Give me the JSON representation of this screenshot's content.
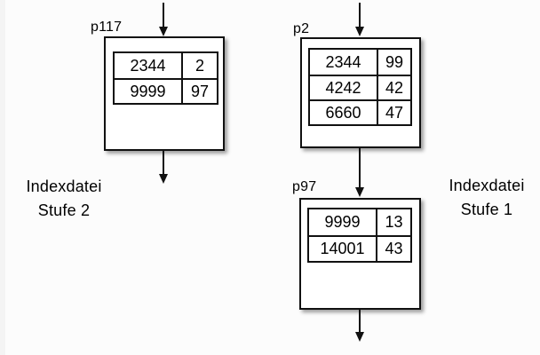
{
  "nodes": {
    "p117": {
      "label": "p117",
      "rows": [
        [
          "2344",
          "2"
        ],
        [
          "9999",
          "97"
        ]
      ]
    },
    "p2": {
      "label": "p2",
      "rows": [
        [
          "2344",
          "99"
        ],
        [
          "4242",
          "42"
        ],
        [
          "6660",
          "47"
        ]
      ]
    },
    "p97": {
      "label": "p97",
      "rows": [
        [
          "9999",
          "13"
        ],
        [
          "14001",
          "43"
        ]
      ]
    }
  },
  "captions": {
    "level2": {
      "line1": "Indexdatei",
      "line2": "Stufe 2"
    },
    "level1": {
      "line1": "Indexdatei",
      "line2": "Stufe 1"
    }
  },
  "colors": {
    "line": "#111111",
    "node_bg": "#ffffff",
    "background": "#fcfcfc"
  }
}
